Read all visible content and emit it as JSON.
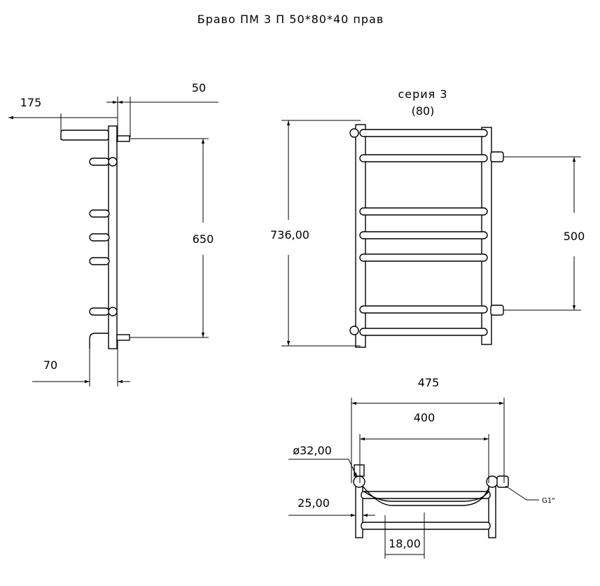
{
  "title": "Браво ПМ 3 П 50*80*40 прав",
  "side_view": {
    "dim_top_left": "175",
    "dim_top_right": "50",
    "dim_height": "650",
    "dim_bottom": "70"
  },
  "front_view": {
    "series": "серия 3",
    "series_sub": "(80)",
    "dim_total_height": "736,00",
    "dim_connection": "500"
  },
  "top_view": {
    "dim_outer_width": "475",
    "dim_inner_width": "400",
    "dim_diameter": "ø32,00",
    "dim_offset": "25,00",
    "dim_depth": "18,00",
    "thread": "G1\""
  }
}
